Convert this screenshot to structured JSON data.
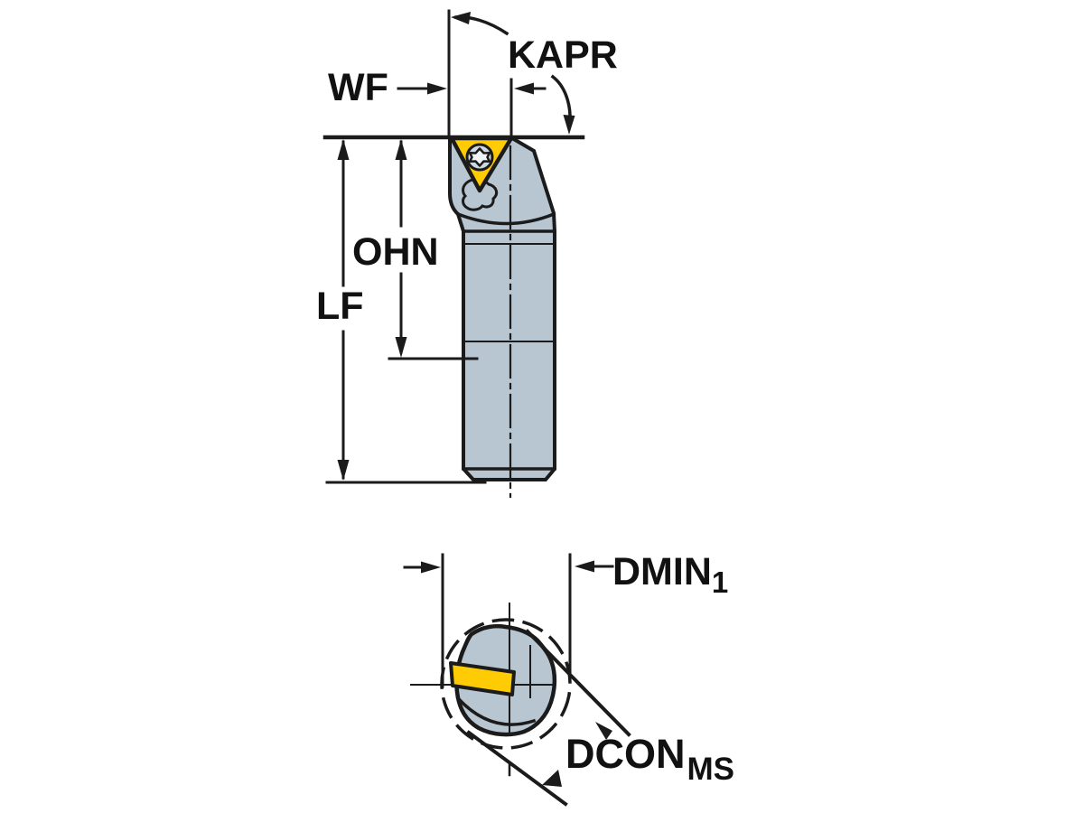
{
  "drawing": {
    "title": "toolholder-dimension-drawing",
    "labels": {
      "wf": "WF",
      "kapr": "KAPR",
      "ohn": "OHN",
      "lf": "LF",
      "dmin_base": "DMIN",
      "dmin_sub": "1",
      "dcon_base": "DCON",
      "dcon_sub": "MS"
    },
    "colors": {
      "outline": "#1b1b1b",
      "body_fill": "#b8c6d1",
      "insert_fill": "#ffcb05",
      "screw_ring_fill": "#cdd8e0",
      "screw_star_fill": "#f0f4f6",
      "background": "#ffffff"
    }
  }
}
